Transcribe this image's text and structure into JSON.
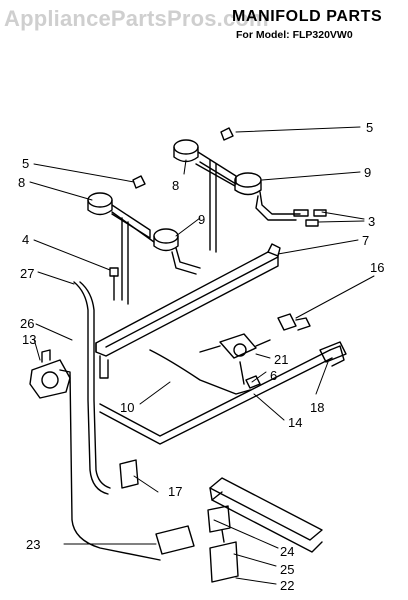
{
  "watermark": "AppliancePartsPros.com",
  "title": "MANIFOLD PARTS",
  "subtitle": "For Model: FLP320VW0",
  "callouts": [
    "5",
    "5",
    "8",
    "8",
    "9",
    "9",
    "3",
    "4",
    "7",
    "27",
    "16",
    "26",
    "13",
    "21",
    "6",
    "10",
    "18",
    "14",
    "17",
    "23",
    "24",
    "25",
    "22"
  ]
}
